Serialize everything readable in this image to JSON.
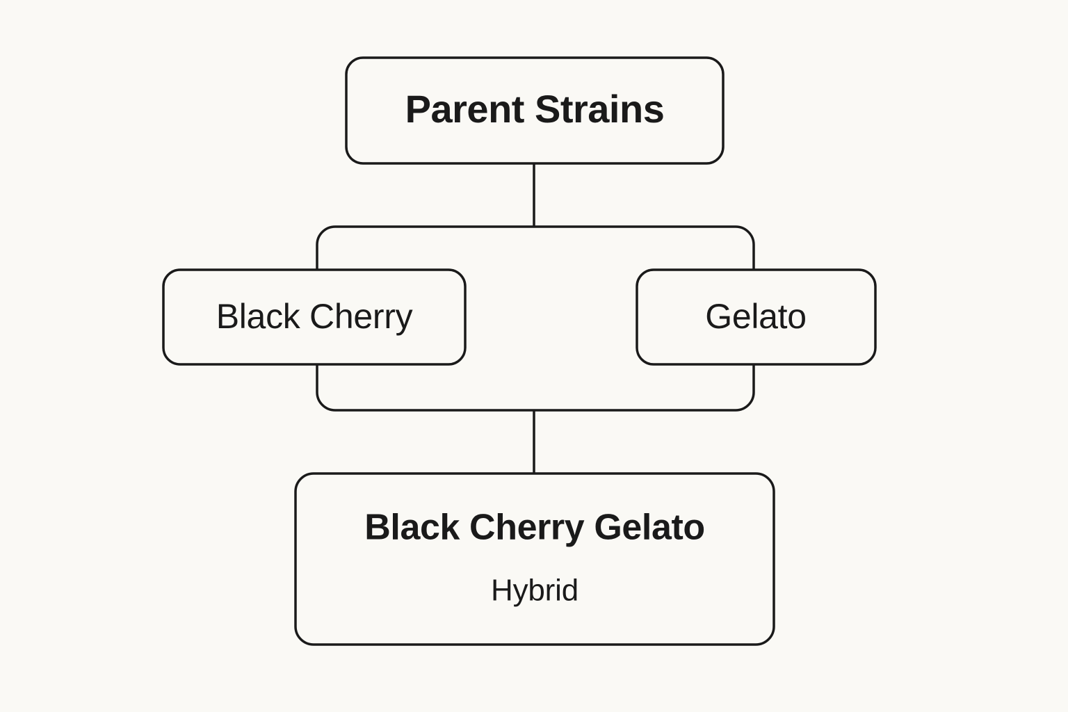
{
  "diagram": {
    "type": "lineage-tree",
    "background_color": "#faf9f5",
    "stroke_color": "#1a1a1a",
    "text_color": "#1a1a1a",
    "title": "Parent Strains",
    "root": {
      "label": "Parent Strains"
    },
    "parents": [
      {
        "label": "Black Cherry"
      },
      {
        "label": "Gelato"
      }
    ],
    "offspring": {
      "name": "Black Cherry Gelato",
      "type": "Hybrid"
    }
  }
}
